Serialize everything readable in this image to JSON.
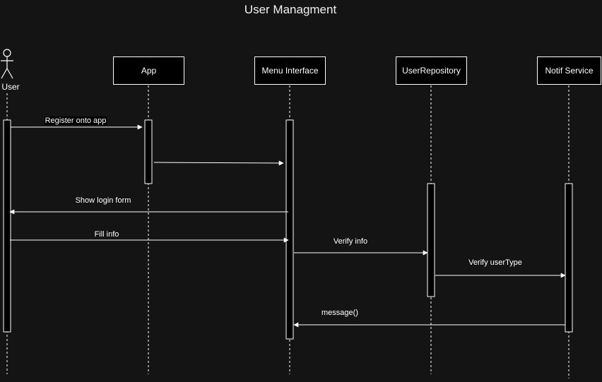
{
  "title": "User Managment",
  "colors": {
    "background": "#141414",
    "stroke": "#ffffff",
    "box_fill": "#000000"
  },
  "actor": {
    "label": "User",
    "icon": "stick-figure-icon"
  },
  "participants": [
    {
      "label": "App"
    },
    {
      "label": "Menu Interface"
    },
    {
      "label": "UserRepository"
    },
    {
      "label": "Notif Service"
    }
  ],
  "messages": [
    {
      "from": "User",
      "to": "App",
      "label": "Register onto app"
    },
    {
      "from": "App",
      "to": "Menu Interface",
      "label": ""
    },
    {
      "from": "Menu Interface",
      "to": "User",
      "label": "Show login form"
    },
    {
      "from": "User",
      "to": "Menu Interface",
      "label": "Fill info"
    },
    {
      "from": "Menu Interface",
      "to": "UserRepository",
      "label": "Verify info"
    },
    {
      "from": "UserRepository",
      "to": "Notif Service",
      "label": "Verify userType"
    },
    {
      "from": "Notif Service",
      "to": "Menu Interface",
      "label": "message()"
    }
  ]
}
